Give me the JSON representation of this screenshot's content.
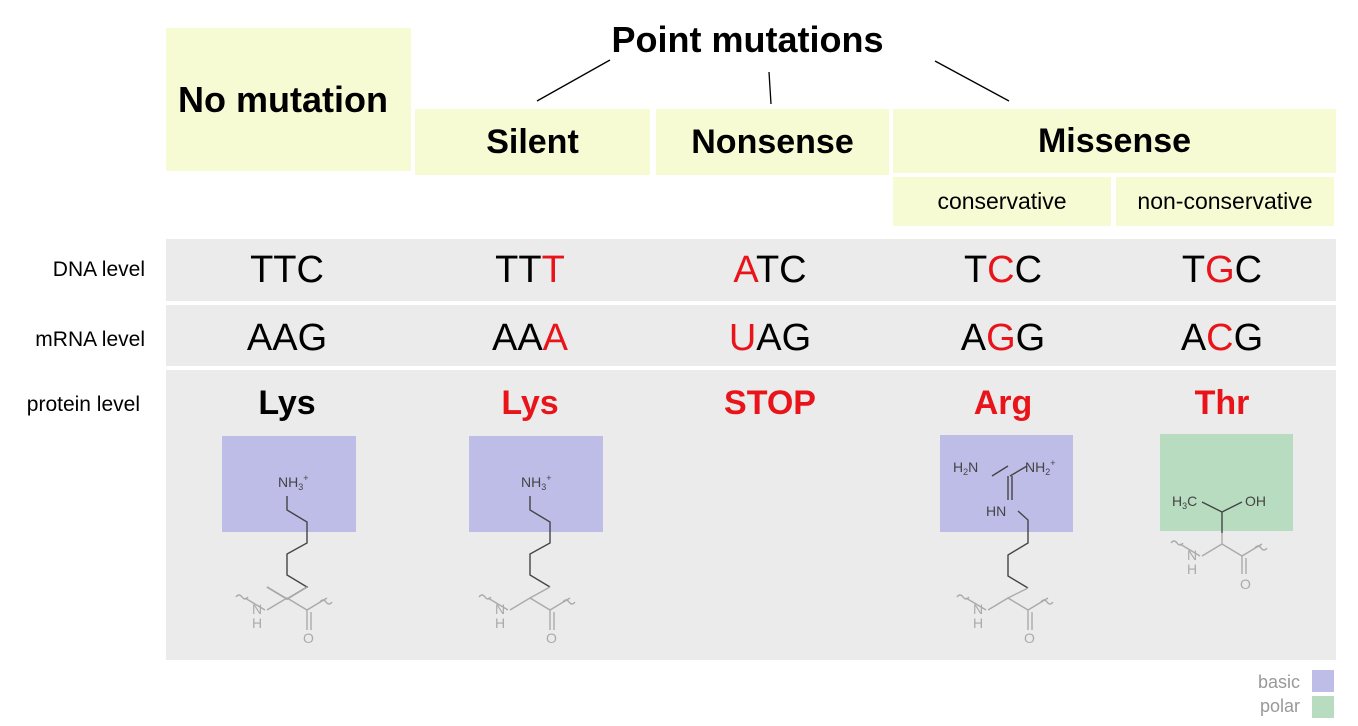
{
  "header": {
    "title": "Point mutations",
    "no_mutation": "No mutation",
    "silent": "Silent",
    "nonsense": "Nonsense",
    "missense": "Missense",
    "conservative": "conservative",
    "non_conservative": "non-conservative"
  },
  "row_labels": {
    "dna": "DNA level",
    "mrna": "mRNA level",
    "protein": "protein level"
  },
  "columns": [
    {
      "key": "no-mutation",
      "dna": [
        {
          "t": "TTC",
          "m": false
        }
      ],
      "mrna": [
        {
          "t": "AAG",
          "m": false
        }
      ],
      "protein": {
        "t": "Lys",
        "m": false
      }
    },
    {
      "key": "silent",
      "dna": [
        {
          "t": "TT",
          "m": false
        },
        {
          "t": "T",
          "m": true
        }
      ],
      "mrna": [
        {
          "t": "AA",
          "m": false
        },
        {
          "t": "A",
          "m": true
        }
      ],
      "protein": {
        "t": "Lys",
        "m": true
      }
    },
    {
      "key": "nonsense",
      "dna": [
        {
          "t": "A",
          "m": true
        },
        {
          "t": "TC",
          "m": false
        }
      ],
      "mrna": [
        {
          "t": "U",
          "m": true
        },
        {
          "t": "AG",
          "m": false
        }
      ],
      "protein": {
        "t": "STOP",
        "m": true
      }
    },
    {
      "key": "conservative",
      "dna": [
        {
          "t": "T",
          "m": false
        },
        {
          "t": "C",
          "m": true
        },
        {
          "t": "C",
          "m": false
        }
      ],
      "mrna": [
        {
          "t": "A",
          "m": false
        },
        {
          "t": "G",
          "m": true
        },
        {
          "t": "G",
          "m": false
        }
      ],
      "protein": {
        "t": "Arg",
        "m": true
      }
    },
    {
      "key": "non-conservative",
      "dna": [
        {
          "t": "T",
          "m": false
        },
        {
          "t": "G",
          "m": true
        },
        {
          "t": "C",
          "m": false
        }
      ],
      "mrna": [
        {
          "t": "A",
          "m": false
        },
        {
          "t": "C",
          "m": true
        },
        {
          "t": "G",
          "m": false
        }
      ],
      "protein": {
        "t": "Thr",
        "m": true
      }
    }
  ],
  "chem_labels": {
    "nh3": "NH",
    "nh3_sub": "3",
    "nh3_sup": "+",
    "nh": "N",
    "h": "H",
    "o": "O",
    "h2n": "H",
    "h2n_sub": "2",
    "h2n_n": "N",
    "nh2": "NH",
    "nh2_sub": "2",
    "nh2_sup": "+",
    "hn": "HN",
    "h3c": "H",
    "h3c_sub": "3",
    "h3c_c": "C",
    "oh": "OH"
  },
  "legend": {
    "basic": "basic",
    "polar": "polar"
  },
  "colors": {
    "mutation": "#e8141a",
    "basic": "#bdbde8",
    "polar": "#b7dcc0",
    "header_box": "#f7fbd4",
    "band": "#ebebeb"
  }
}
